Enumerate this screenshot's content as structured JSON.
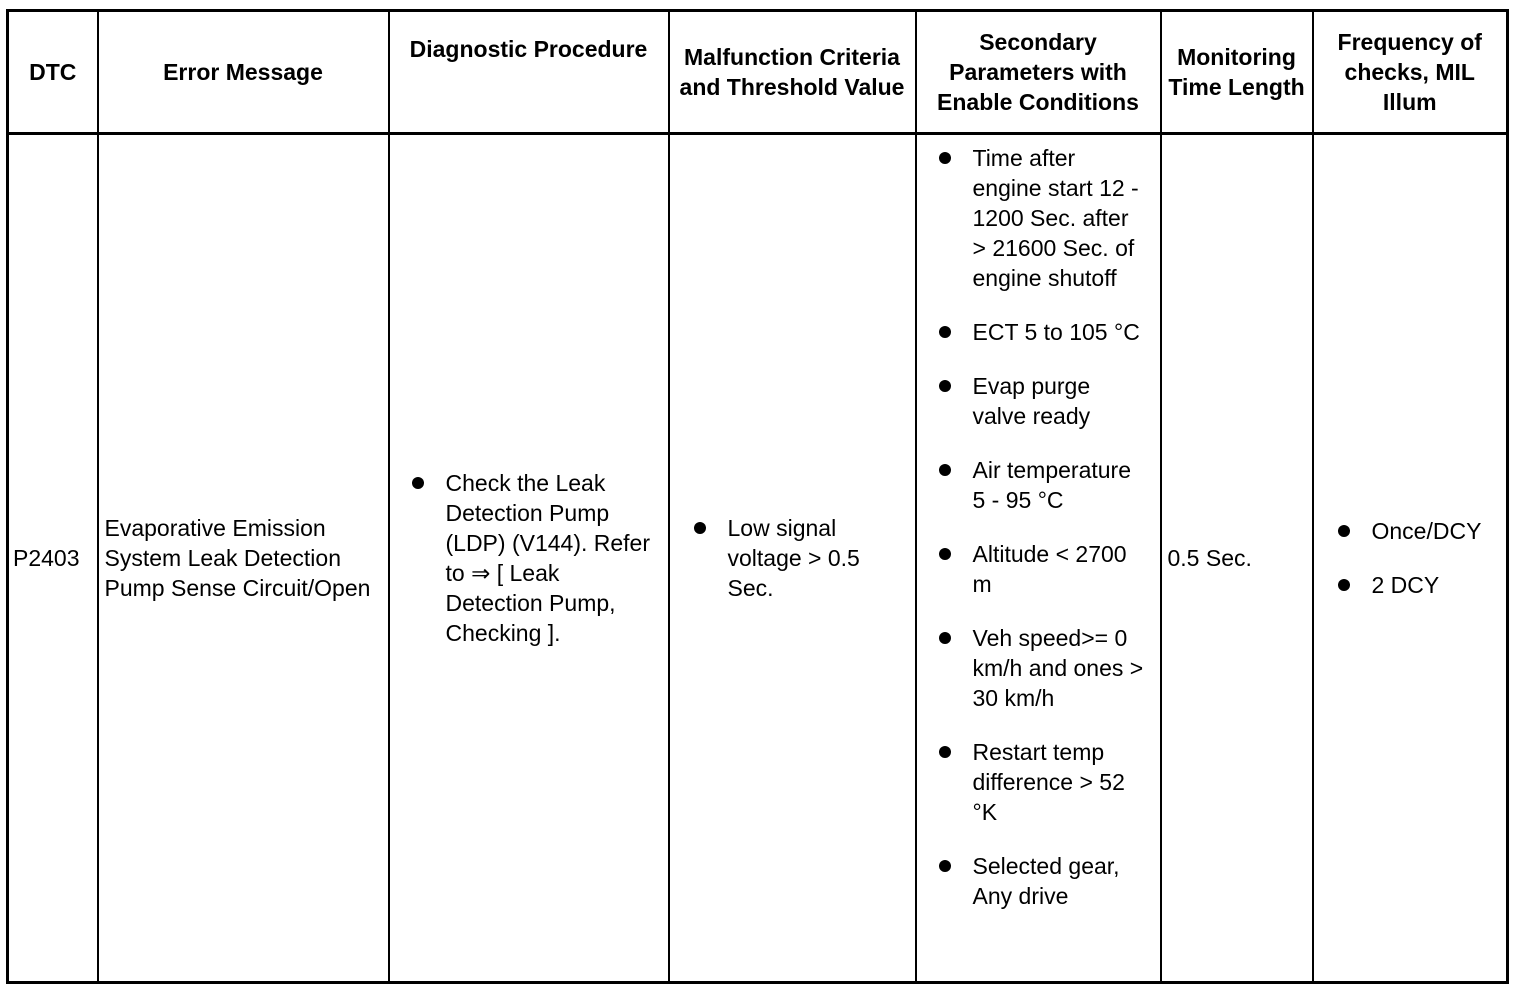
{
  "headers": {
    "dtc": "DTC",
    "error_message": "Error Message",
    "diagnostic_procedure": "Diagnostic Procedure",
    "malfunction": "Malfunction Criteria and Threshold Value",
    "secondary": "Secondary Parameters with Enable Conditions",
    "monitoring": "Monitoring Time Length",
    "frequency": "Frequency of checks, MIL Illum"
  },
  "row": {
    "dtc": "P2403",
    "error_message": "Evaporative Emission System Leak Detection Pump Sense Circuit/Open",
    "diagnostic_procedure": [
      "Check the Leak Detection Pump (LDP) (V144). Refer to ⇒ [ Leak Detection Pump, Checking ]."
    ],
    "malfunction": [
      "Low signal voltage > 0.5 Sec."
    ],
    "secondary": [
      "Time after engine start 12 - 1200 Sec. after > 21600 Sec. of engine shutoff",
      "ECT 5 to 105 °C",
      "Evap purge valve ready",
      "Air temperature 5 - 95 °C",
      "Altitude < 2700 m",
      "Veh speed>= 0 km/h and ones > 30 km/h",
      "Restart temp difference > 52 °K",
      "Selected gear, Any drive"
    ],
    "monitoring": "0.5 Sec.",
    "frequency": [
      "Once/DCY",
      "2 DCY"
    ]
  }
}
